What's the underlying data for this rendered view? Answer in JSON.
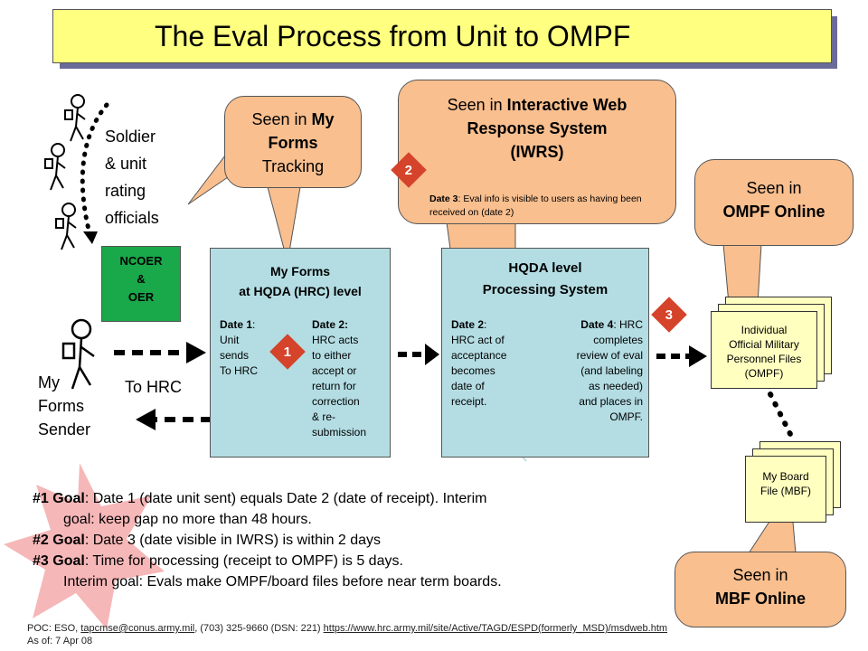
{
  "title": "The Eval Process from Unit to OMPF",
  "callouts": {
    "my_forms": {
      "pre": "Seen in ",
      "bold": "My Forms",
      "post": "Tracking"
    },
    "iwrs": {
      "pre": "Seen in ",
      "bold1": "Interactive Web",
      "bold2": "Response System",
      "bold3": "(IWRS)",
      "date_label": "Date 3",
      "date_text": ":  Eval info is visible  to users as having been received on (date 2)"
    },
    "ompf_online": {
      "line1": "Seen in",
      "line2": "OMPF Online"
    },
    "mbf_online": {
      "line1": "Seen in",
      "line2": "MBF Online"
    }
  },
  "actors": {
    "soldier": [
      "Soldier",
      "& unit",
      "rating",
      "officials"
    ],
    "sender": [
      "My",
      "Forms",
      "Sender"
    ],
    "to_hrc": "To HRC"
  },
  "ncoer": [
    "NCOER",
    "&",
    "OER"
  ],
  "boxes": {
    "my_forms": {
      "head1": "My Forms",
      "head2": "at HQDA (HRC) level",
      "date1_label": "Date 1",
      "date1_text": [
        "Unit",
        "sends",
        "To HRC"
      ],
      "date2_label": "Date 2:",
      "date2_text": [
        "HRC acts",
        "to either",
        "accept or",
        "return for",
        "correction",
        "& re-",
        "submission"
      ]
    },
    "hqda": {
      "head1": "HQDA level",
      "head2": "Processing System",
      "date2_label": "Date 2",
      "date2_text": [
        "HRC act of",
        "acceptance",
        "becomes",
        "date of",
        "receipt."
      ],
      "date4_label": "Date 4",
      "date4_text": [
        "completes",
        "review of eval",
        "(and labeling",
        "as needed)",
        "and places in",
        "OMPF."
      ],
      "date4_first": "HRC"
    }
  },
  "markers": [
    "1",
    "2",
    "3"
  ],
  "files": {
    "ompf": [
      "Individual",
      "Official Military",
      "Personnel Files",
      "(OMPF)"
    ],
    "mbf": [
      "My Board",
      "File (MBF)"
    ]
  },
  "goals": {
    "g1_label": "#1 Goal",
    "g1_text": ": Date 1 (date unit sent) equals Date 2 (date of receipt).  Interim",
    "g1_cont": "goal:  keep gap no more than 48 hours.",
    "g2_label": "#2 Goal",
    "g2_text": ": Date 3 (date visible in IWRS) is within 2 days",
    "g3_label": "#3 Goal",
    "g3_text": ": Time for processing (receipt to OMPF) is 5 days.",
    "g3_cont": "Interim goal:  Evals make OMPF/board files before near term boards."
  },
  "footer": {
    "poc_pre": "POC: ESO, ",
    "email": "tapcmse@conus.army.mil",
    "phone": ", (703)  325-9660  (DSN: 221) ",
    "url": "https://www.hrc.army.mil/site/Active/TAGD/ESPD(formerly_MSD)/msdweb.htm",
    "asof": "As of: 7 Apr 08"
  },
  "colors": {
    "title_bg": "#ffff80",
    "callout": "#f9bf8f",
    "process_box": "#b3dde3",
    "ncoer": "#19a84a",
    "marker": "#d5432a",
    "file": "#ffffc0",
    "star": "#f6b7b8"
  }
}
